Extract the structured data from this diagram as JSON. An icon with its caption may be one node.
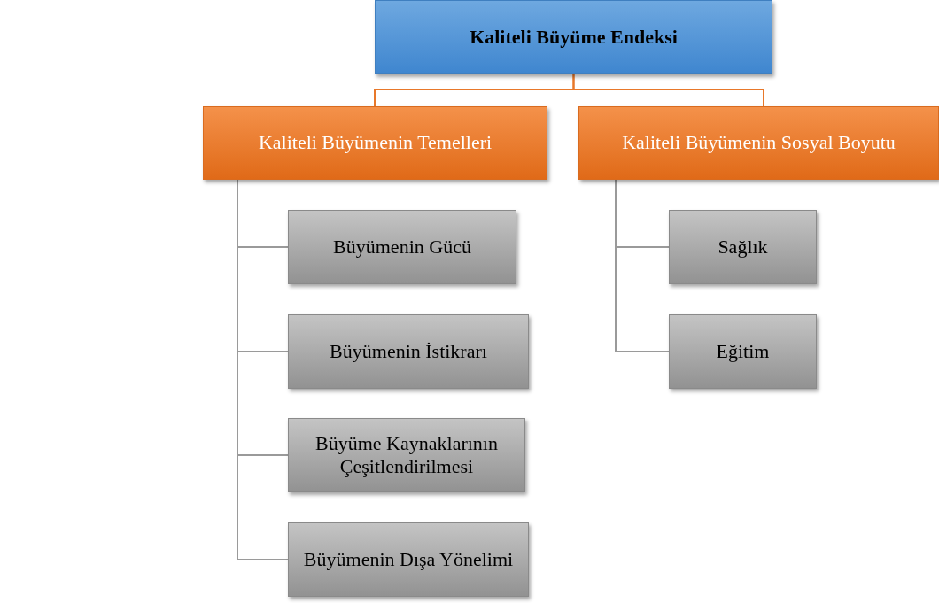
{
  "diagram": {
    "nodes": [
      {
        "text": [
          "Kaliteli Büyüme Endeksi"
        ]
      },
      {
        "text": [
          "Kaliteli Büyümenin Temelleri"
        ]
      },
      {
        "text": [
          "Kaliteli Büyümenin Sosyal Boyutu"
        ]
      },
      {
        "text": [
          "Büyümenin Gücü"
        ]
      },
      {
        "text": [
          "Büyümenin İstikrarı"
        ]
      },
      {
        "text": [
          "Büyüme Kaynaklarının Çeşitlendirilmesi"
        ]
      },
      {
        "text": [
          "Büyümenin Dışa Yönelimi"
        ]
      },
      {
        "text": [
          "Sağlık"
        ]
      },
      {
        "text": [
          "Eğitim"
        ]
      }
    ],
    "edges": [
      {
        "from": 0,
        "to": 1,
        "arrow": "none",
        "color": "#e8782a"
      },
      {
        "from": 0,
        "to": 2,
        "arrow": "none",
        "color": "#e8782a"
      },
      {
        "from": 1,
        "to": 3,
        "arrow": "none"
      },
      {
        "from": 1,
        "to": 4,
        "arrow": "none"
      },
      {
        "from": 1,
        "to": 5,
        "arrow": "none"
      },
      {
        "from": 1,
        "to": 6,
        "arrow": "none"
      },
      {
        "from": 2,
        "to": 7,
        "arrow": "none"
      },
      {
        "from": 2,
        "to": 8,
        "arrow": "none"
      }
    ]
  }
}
